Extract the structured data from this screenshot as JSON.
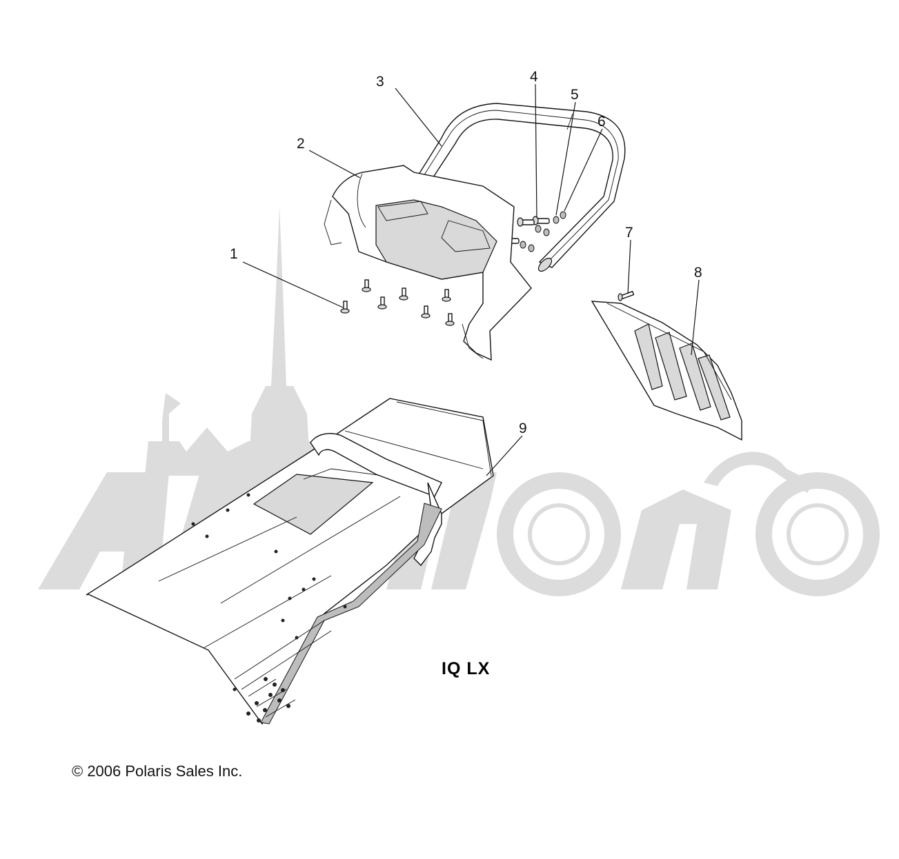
{
  "diagram": {
    "callouts": [
      "1",
      "2",
      "3",
      "4",
      "5",
      "6",
      "7",
      "8",
      "9"
    ],
    "model_label": "IQ LX",
    "copyright": "© 2006 Polaris Sales Inc.",
    "watermark": "ActiMoto"
  }
}
